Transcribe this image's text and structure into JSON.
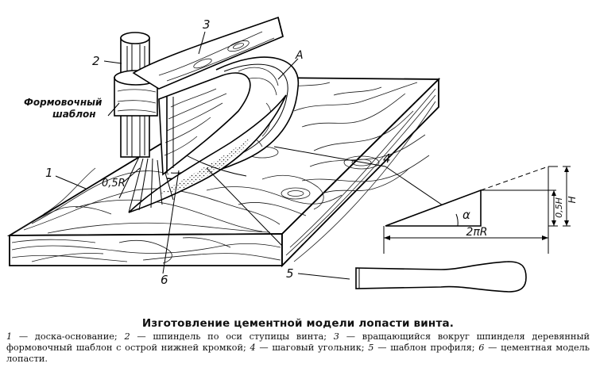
{
  "figure": {
    "callouts": {
      "n1": "1",
      "n2": "2",
      "n3": "3",
      "nA": "A",
      "n4": "4",
      "n5": "5",
      "n6": "6",
      "radius": "0,5R",
      "template_line1": "Формовочный",
      "template_line2": "шаблон"
    },
    "step_square": {
      "angle": "α",
      "half_height": "0,5H",
      "height": "H",
      "base": "2πR"
    }
  },
  "caption": {
    "title": "Изготовление цементной модели лопасти винта.",
    "items": [
      {
        "num": "1",
        "text": " — доска-основание; "
      },
      {
        "num": "2",
        "text": " — шпиндель по оси ступицы винта; "
      },
      {
        "num": "3",
        "text": " — вращающийся вокруг шпинделя деревянный формовочный шаблон с острой нижней кромкой; "
      },
      {
        "num": "4",
        "text": " — шаговый угольник; "
      },
      {
        "num": "5",
        "text": " — шаблон профиля; "
      },
      {
        "num": "6",
        "text": " — цементная модель лопасти."
      }
    ]
  }
}
